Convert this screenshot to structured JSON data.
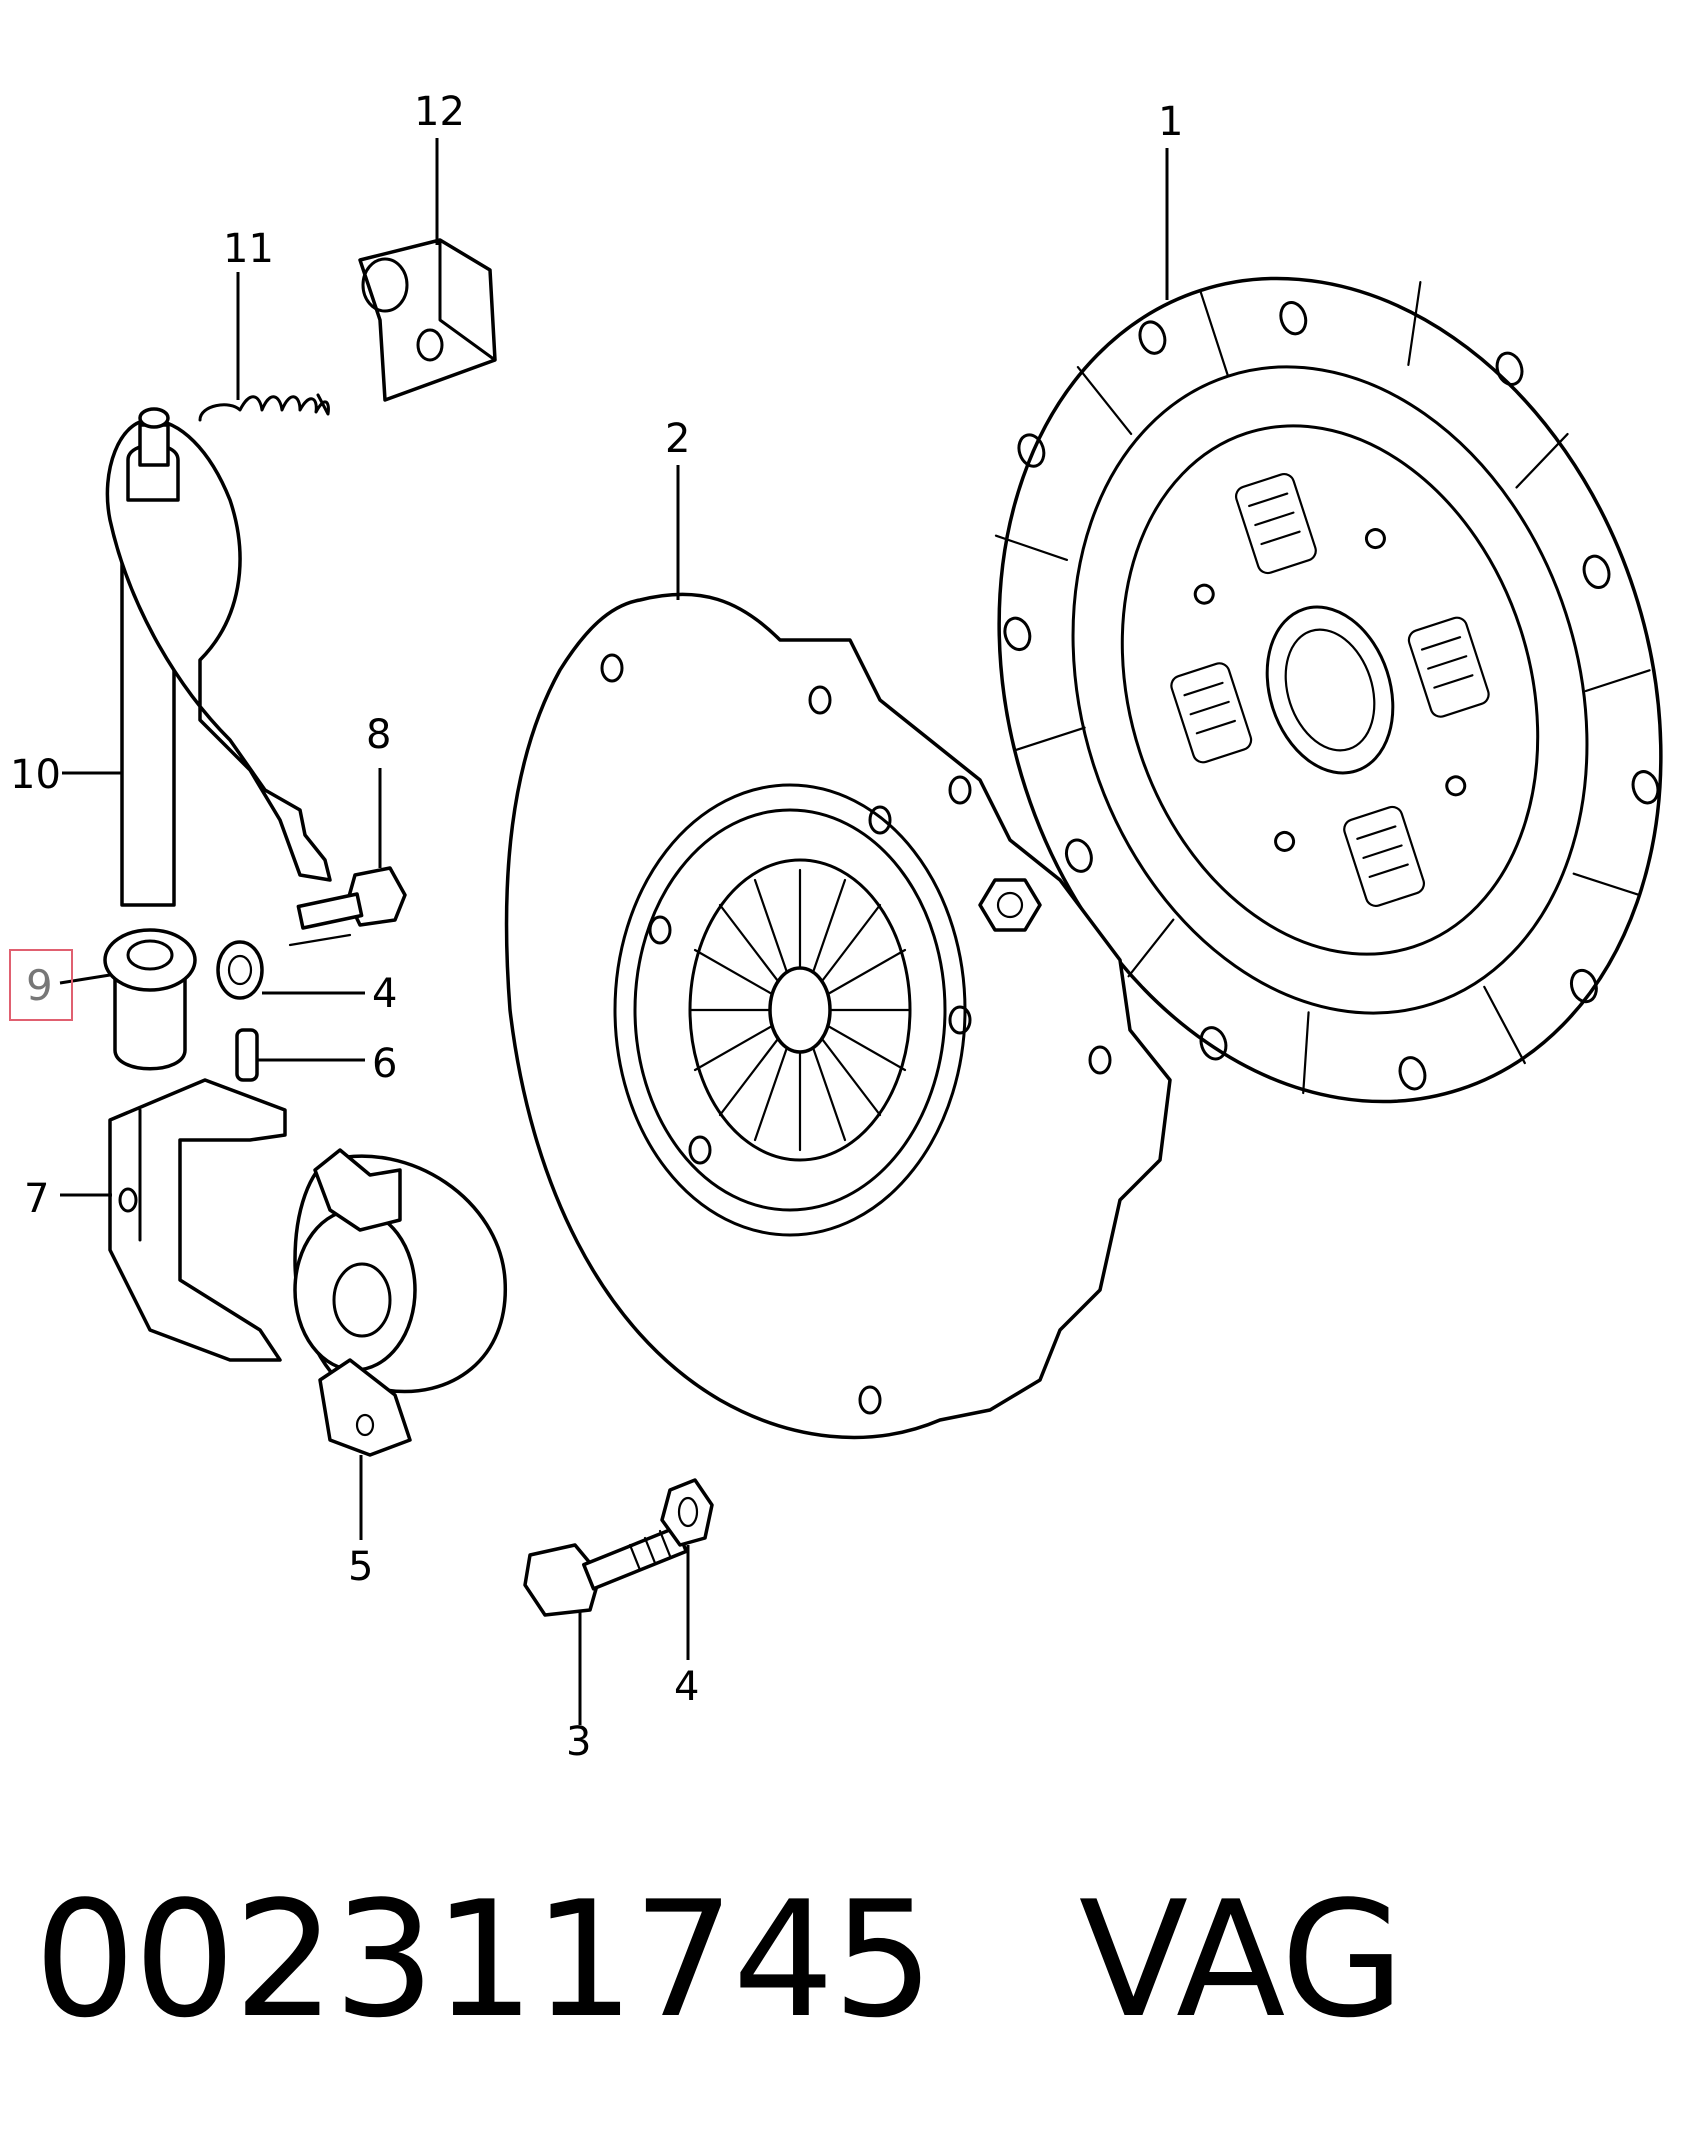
{
  "callouts": [
    {
      "id": "1",
      "label": "1"
    },
    {
      "id": "2",
      "label": "2"
    },
    {
      "id": "3",
      "label": "3"
    },
    {
      "id": "4a",
      "label": "4"
    },
    {
      "id": "4b",
      "label": "4"
    },
    {
      "id": "5",
      "label": "5"
    },
    {
      "id": "6",
      "label": "6"
    },
    {
      "id": "7",
      "label": "7"
    },
    {
      "id": "8",
      "label": "8"
    },
    {
      "id": "9",
      "label": "9",
      "highlighted": true
    },
    {
      "id": "10",
      "label": "10"
    },
    {
      "id": "11",
      "label": "11"
    },
    {
      "id": "12",
      "label": "12"
    }
  ],
  "highlight_color": "#e06070",
  "footer": {
    "part_number": "002311745",
    "brand": "VAG"
  }
}
